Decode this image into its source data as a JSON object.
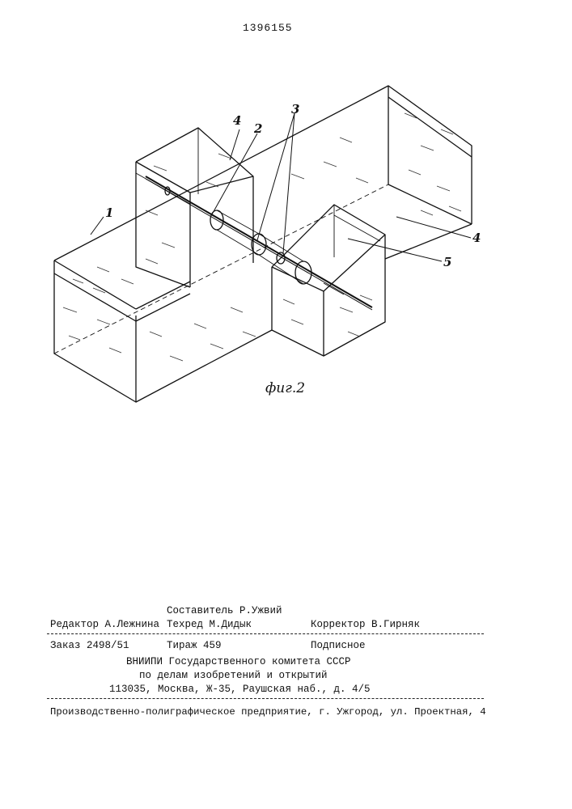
{
  "header": {
    "patent_number": "1396155"
  },
  "figure": {
    "caption": "фиг.2",
    "labels": {
      "l1": "1",
      "l2": "2",
      "l3": "3",
      "l4a": "4",
      "l4b": "4",
      "l5": "5"
    }
  },
  "imprint": {
    "compiler": "Составитель Р.Ужвий",
    "editor": "Редактор А.Лежнина",
    "tech_editor": "Техред М.Дидык",
    "corrector": "Корректор В.Гирняк",
    "order": "Заказ 2498/51",
    "circulation": "Тираж 459",
    "subscription": "Подписное",
    "org_line1": "ВНИИПИ Государственного комитета СССР",
    "org_line2": "по делам изобретений и открытий",
    "org_address": "113035, Москва, Ж-35, Раушская наб., д. 4/5",
    "printer": "Производственно-полиграфическое предприятие, г. Ужгород, ул. Проектная, 4"
  },
  "colors": {
    "ink": "#111111",
    "paper": "#ffffff"
  }
}
